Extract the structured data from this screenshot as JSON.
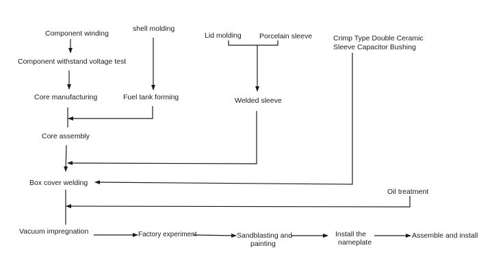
{
  "diagram": {
    "title": "Capacitor bushing manufacturing process flow",
    "nodes": {
      "component_winding": "Component winding",
      "shell_molding": "shell molding",
      "withstand_test": "Component withstand voltage test",
      "core_manufacturing": "Core manufacturing",
      "fuel_tank_forming": "Fuel tank forming",
      "core_assembly": "Core assembly",
      "lid_molding": "Lid molding",
      "porcelain_sleeve": "Porcelain sleeve",
      "welded_sleeve": "Welded sleeve",
      "crimp_line1": "Crimp Type Double Ceramic",
      "crimp_line2": "Sleeve Capacitor Bushing",
      "box_cover_welding": "Box cover welding",
      "oil_treatment": "Oil treatment",
      "vacuum_impregnation": "Vacuum impregnation",
      "factory_experiment": "Factory experiment",
      "sandblasting_line1": "Sandblasting and",
      "sandblasting_line2": "painting",
      "nameplate_line1": "Install the",
      "nameplate_line2": "nameplate",
      "assemble_install": "Assemble and install"
    },
    "edges": [
      [
        "Component winding",
        "Component withstand voltage test"
      ],
      [
        "Component withstand voltage test",
        "Core manufacturing"
      ],
      [
        "shell molding",
        "Fuel tank forming"
      ],
      [
        "Core manufacturing",
        "Core assembly"
      ],
      [
        "Fuel tank forming",
        "Core assembly"
      ],
      [
        "Lid molding",
        "Welded sleeve"
      ],
      [
        "Porcelain sleeve",
        "Welded sleeve"
      ],
      [
        "Core assembly",
        "Box cover welding"
      ],
      [
        "Welded sleeve",
        "Box cover welding"
      ],
      [
        "Crimp Type Double Ceramic Sleeve Capacitor Bushing",
        "Box cover welding"
      ],
      [
        "Box cover welding",
        "Vacuum impregnation"
      ],
      [
        "Oil treatment",
        "Vacuum impregnation"
      ],
      [
        "Vacuum impregnation",
        "Factory experiment"
      ],
      [
        "Factory experiment",
        "Sandblasting and painting"
      ],
      [
        "Sandblasting and painting",
        "Install the nameplate"
      ],
      [
        "Install the nameplate",
        "Assemble and install"
      ]
    ]
  }
}
